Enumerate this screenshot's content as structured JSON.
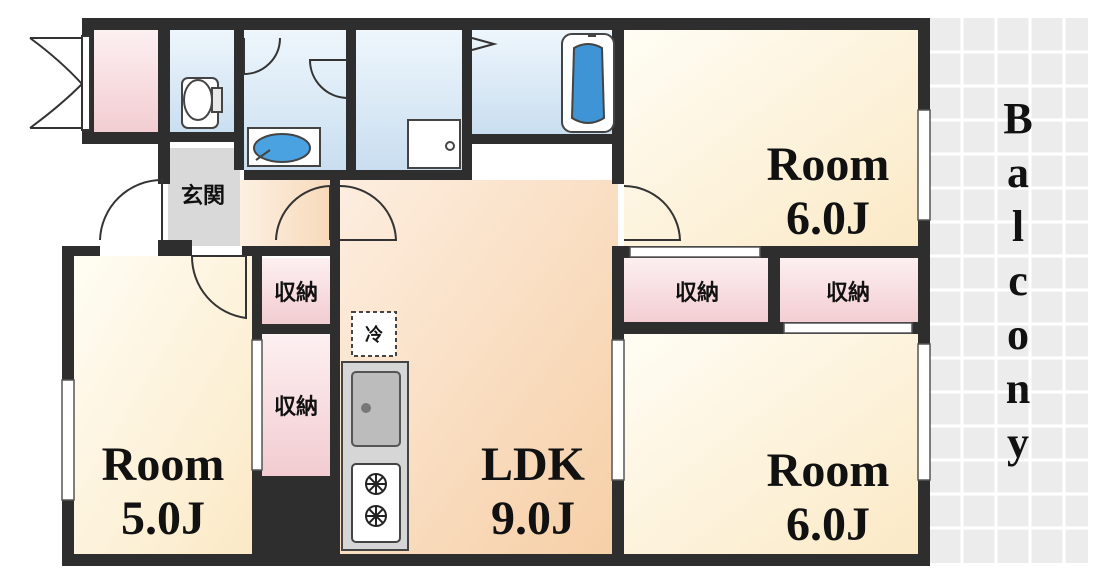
{
  "rooms": {
    "entrance": {
      "label": "玄関"
    },
    "room_west": {
      "name": "Room",
      "size": "5.0J"
    },
    "room_ne": {
      "name": "Room",
      "size": "6.0J"
    },
    "room_se": {
      "name": "Room",
      "size": "6.0J"
    },
    "ldk": {
      "name": "LDK",
      "size": "9.0J"
    },
    "balcony": {
      "letters": [
        "B",
        "a",
        "l",
        "c",
        "o",
        "n",
        "y"
      ]
    }
  },
  "storage": {
    "closet_small": "収納",
    "closet_tall": "収納",
    "closet_mid": "収納",
    "closet_right": "収納"
  },
  "fixtures": {
    "fridge_label": "冷"
  },
  "colors": {
    "wall": "#2e2e2e",
    "room_fill": "#fdf3dc",
    "ldk_fill": "#f9ddc0",
    "wet_fill": "#dbeaf6",
    "storage_fill": "#f8dde0",
    "entrance_fill": "#d9d9d9",
    "balcony_fill": "#ececec"
  }
}
